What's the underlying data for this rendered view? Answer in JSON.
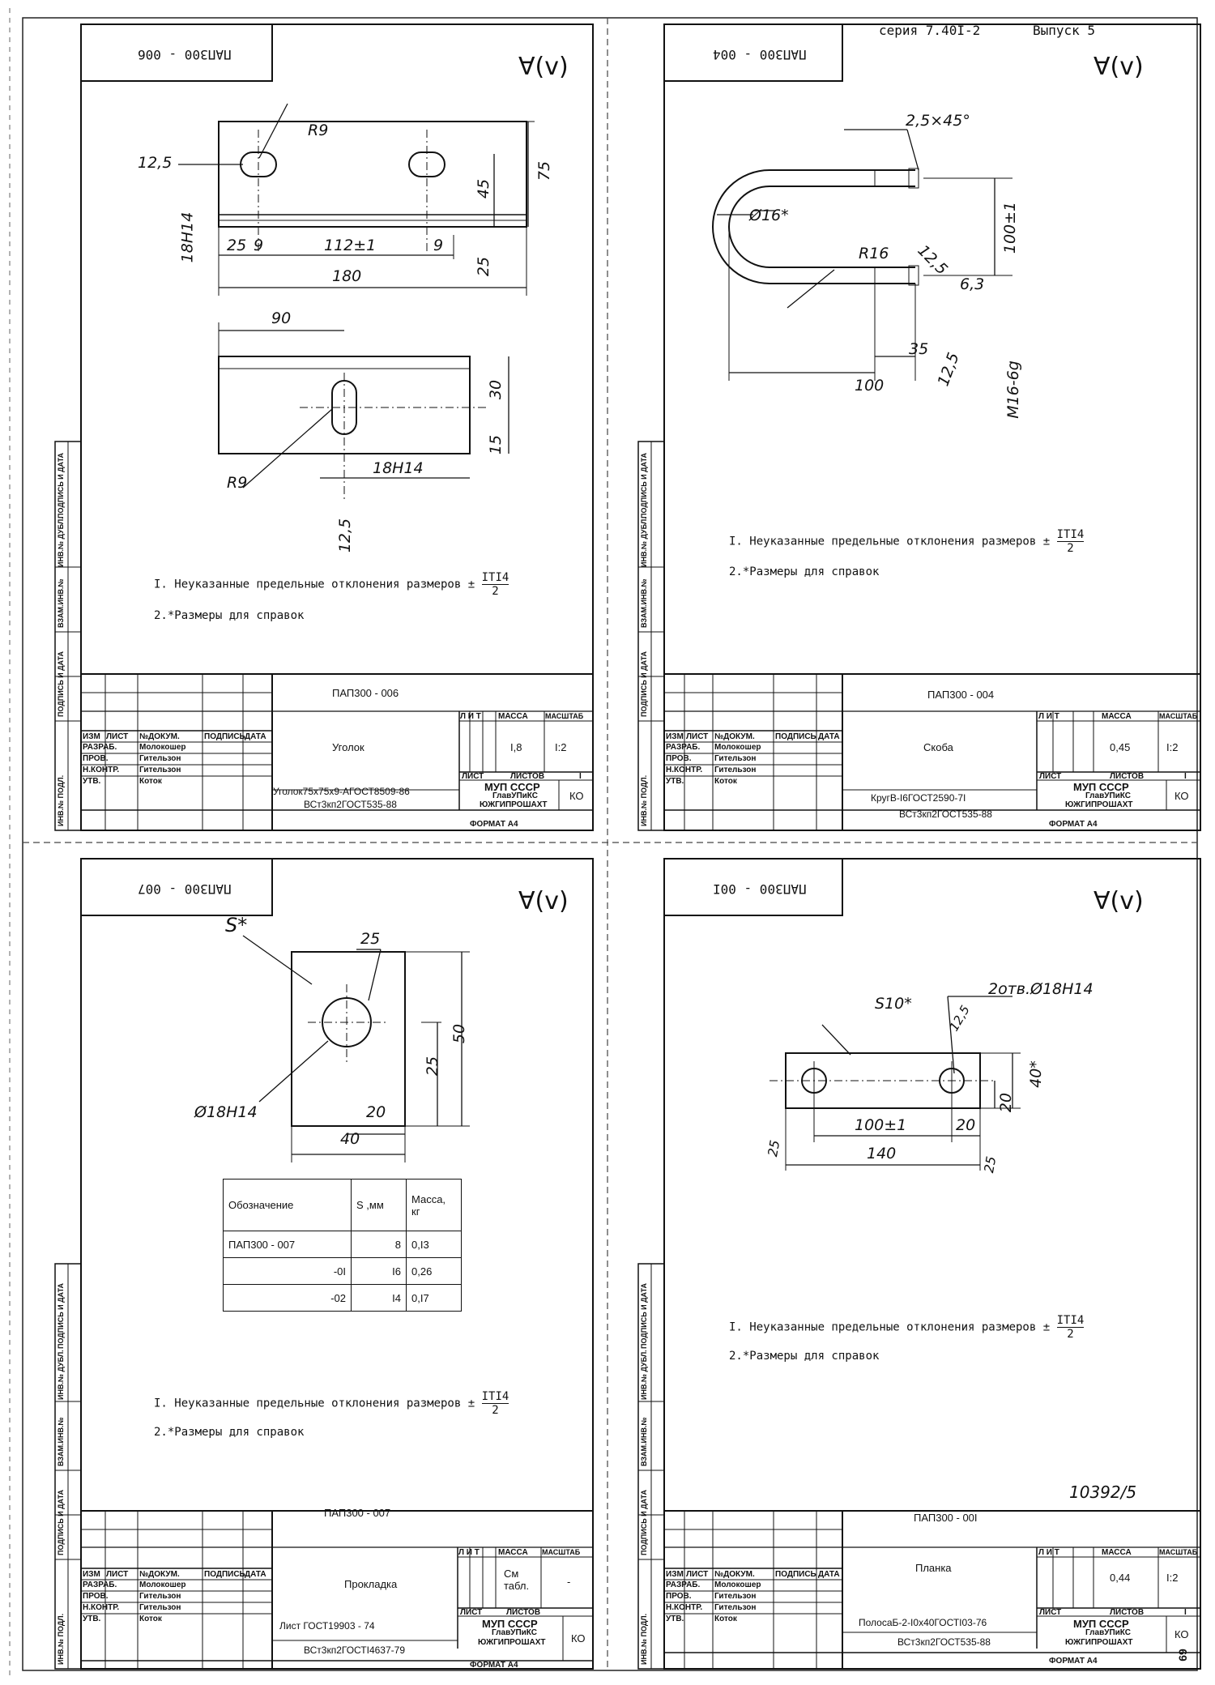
{
  "header": {
    "series": "серия 7.40I-2",
    "issue": "Выпуск 5"
  },
  "margin_labels": [
    "ИНВ.№ ПОДЛ.",
    "ПОДПИСЬ И ДАТА",
    "ВЗАМ.ИНВ.№",
    "ИНВ.№ ДУБЛ.",
    "ПОДПИСЬ И ДАТА"
  ],
  "title_block_headers": {
    "izm": "ИЗМ",
    "list": "ЛИСТ",
    "ndoc": "№ДОКУМ.",
    "sign": "ПОДПИСЬ",
    "date": "ДАТА",
    "lit": "Л И Т",
    "mass": "МАССА",
    "scale": "МАСШТАБ",
    "sheet": "ЛИСТ",
    "sheets": "ЛИСТОВ",
    "format": "ФОРМАТ А4",
    "rough": "∀(v)"
  },
  "roles": [
    {
      "role": "РАЗРАБ.",
      "name": "Молокошер"
    },
    {
      "role": "ПРОВ.",
      "name": "Гительзон"
    },
    {
      "role": "Н.КОНТР.",
      "name": "Гительзон"
    },
    {
      "role": "УТВ.",
      "name": "Коток"
    }
  ],
  "org": {
    "line1": "МУП СССР",
    "line2": "ГлавУПиКС",
    "line3": "ЮЖГИПРОШАХТ",
    "code": "КО"
  },
  "notes": {
    "n1": "I. Неуказанные предельные отклонения размеров ±",
    "n1_frac_num": "ITI4",
    "n1_frac_den": "2",
    "n2": "2.*Размеры для справок"
  },
  "sheets": [
    {
      "id": "006",
      "code": "ПАП300 - 006",
      "name": "Уголок",
      "mass": "I,8",
      "scale": "I:2",
      "sheet_no": "I",
      "material1": "Уголок75x75x9-АГОСТ8509-86",
      "material2": "ВСт3кп2ГОСТ535-88",
      "dims": [
        "R9",
        "12,5",
        "18H14",
        "75",
        "45",
        "25",
        "9",
        "112±1",
        "9",
        "25",
        "180",
        "90",
        "30",
        "15",
        "R9",
        "18H14",
        "12,5"
      ]
    },
    {
      "id": "004",
      "code": "ПАП300 - 004",
      "name": "Скоба",
      "mass": "0,45",
      "scale": "I:2",
      "sheet_no": "I",
      "material1": "КругВ-I6ГОСТ2590-7I",
      "material2": "ВСт3кп2ГОСТ535-88",
      "dims": [
        "2,5×45°",
        "Ø16*",
        "100±1",
        "R16",
        "12,5",
        "6,3",
        "35",
        "12,5",
        "100",
        "M16-6g"
      ]
    },
    {
      "id": "007",
      "code": "ПАП300 - 007",
      "name": "Прокладка",
      "mass": "См табл.",
      "scale": "-",
      "sheet_no": "",
      "material1": "Лист ГОСТ19903 - 74",
      "material2": "ВСт3кп2ГОСТI4637-79",
      "dims": [
        "S*",
        "25",
        "50",
        "25",
        "Ø18H14",
        "20",
        "40"
      ],
      "table": {
        "headers": [
          "Обозначение",
          "S ,мм",
          "Масса, кг"
        ],
        "rows": [
          [
            "ПАП300 - 007",
            "8",
            "0,I3"
          ],
          [
            "-0I",
            "I6",
            "0,26"
          ],
          [
            "-02",
            "I4",
            "0,I7"
          ]
        ]
      }
    },
    {
      "id": "001",
      "code": "ПАП300 - 00I",
      "name": "Планка",
      "mass": "0,44",
      "scale": "I:2",
      "sheet_no": "I",
      "material1": "ПолосаБ-2-I0x40ГОСТI03-76",
      "material2": "ВСт3кп2ГОСТ535-88",
      "dims": [
        "S10*",
        "2отв.Ø18H14",
        "12,5",
        "40*",
        "20",
        "100±1",
        "20",
        "140",
        "25",
        "25"
      ],
      "stamp": "10392/5"
    }
  ],
  "page_number": "69"
}
